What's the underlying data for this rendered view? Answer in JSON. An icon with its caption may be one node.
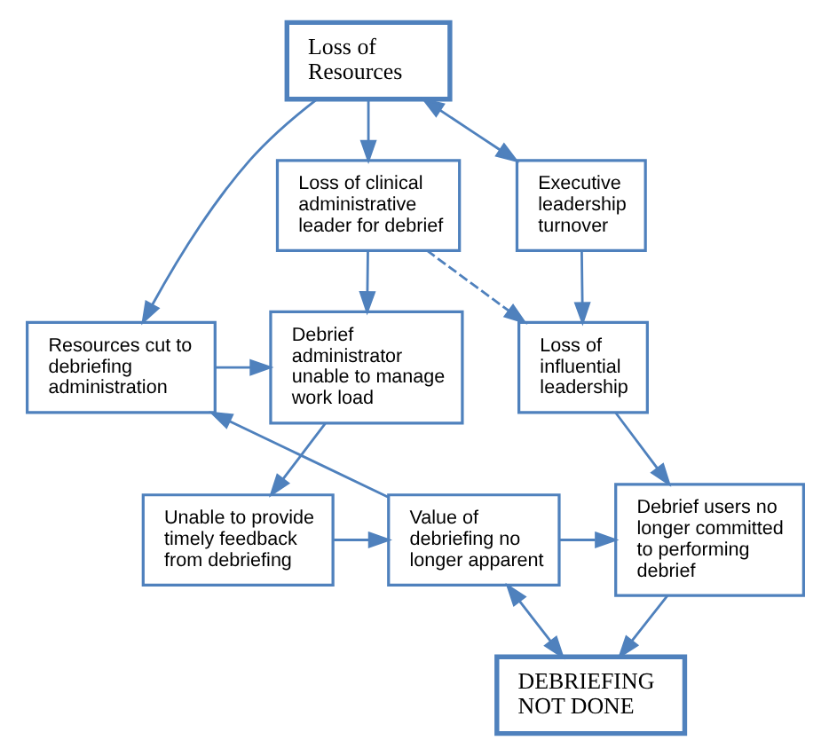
{
  "diagram": {
    "nodes": [
      {
        "text": [
          "Loss of Resources"
        ]
      },
      {
        "text": [
          "Loss of clinical administrative leader for debrief"
        ]
      },
      {
        "text": [
          "Executive leadership turnover"
        ]
      },
      {
        "text": [
          "Loss of influential leadership"
        ]
      },
      {
        "text": [
          "Debrief administrator unable to manage work load"
        ]
      },
      {
        "text": [
          "Resources cut to debriefing administration"
        ]
      },
      {
        "text": [
          "Debrief users no longer committed to performing debrief"
        ]
      },
      {
        "text": [
          "Unable to provide timely feedback from debriefing"
        ]
      },
      {
        "text": [
          "Value of debriefing no longer apparent"
        ]
      },
      {
        "text": [
          "DEBRIEFING NOT DONE"
        ]
      }
    ],
    "edges": [
      {
        "from": 0,
        "to": 1,
        "arrow": "to"
      },
      {
        "from": 0,
        "to": 2,
        "arrow": "both"
      },
      {
        "from": 0,
        "to": 5,
        "arrow": "to"
      },
      {
        "from": 2,
        "to": 3,
        "arrow": "to"
      },
      {
        "from": 1,
        "to": 3,
        "arrow": "to",
        "style": "dashed"
      },
      {
        "from": 1,
        "to": 4,
        "arrow": "to"
      },
      {
        "from": 5,
        "to": 4,
        "arrow": "to"
      },
      {
        "from": 3,
        "to": 6,
        "arrow": "to"
      },
      {
        "from": 4,
        "to": 7,
        "arrow": "to"
      },
      {
        "from": 7,
        "to": 8,
        "arrow": "to"
      },
      {
        "from": 8,
        "to": 5,
        "arrow": "to"
      },
      {
        "from": 8,
        "to": 6,
        "arrow": "to"
      },
      {
        "from": 6,
        "to": 9,
        "arrow": "to"
      },
      {
        "from": 8,
        "to": 9,
        "arrow": "both"
      }
    ]
  }
}
